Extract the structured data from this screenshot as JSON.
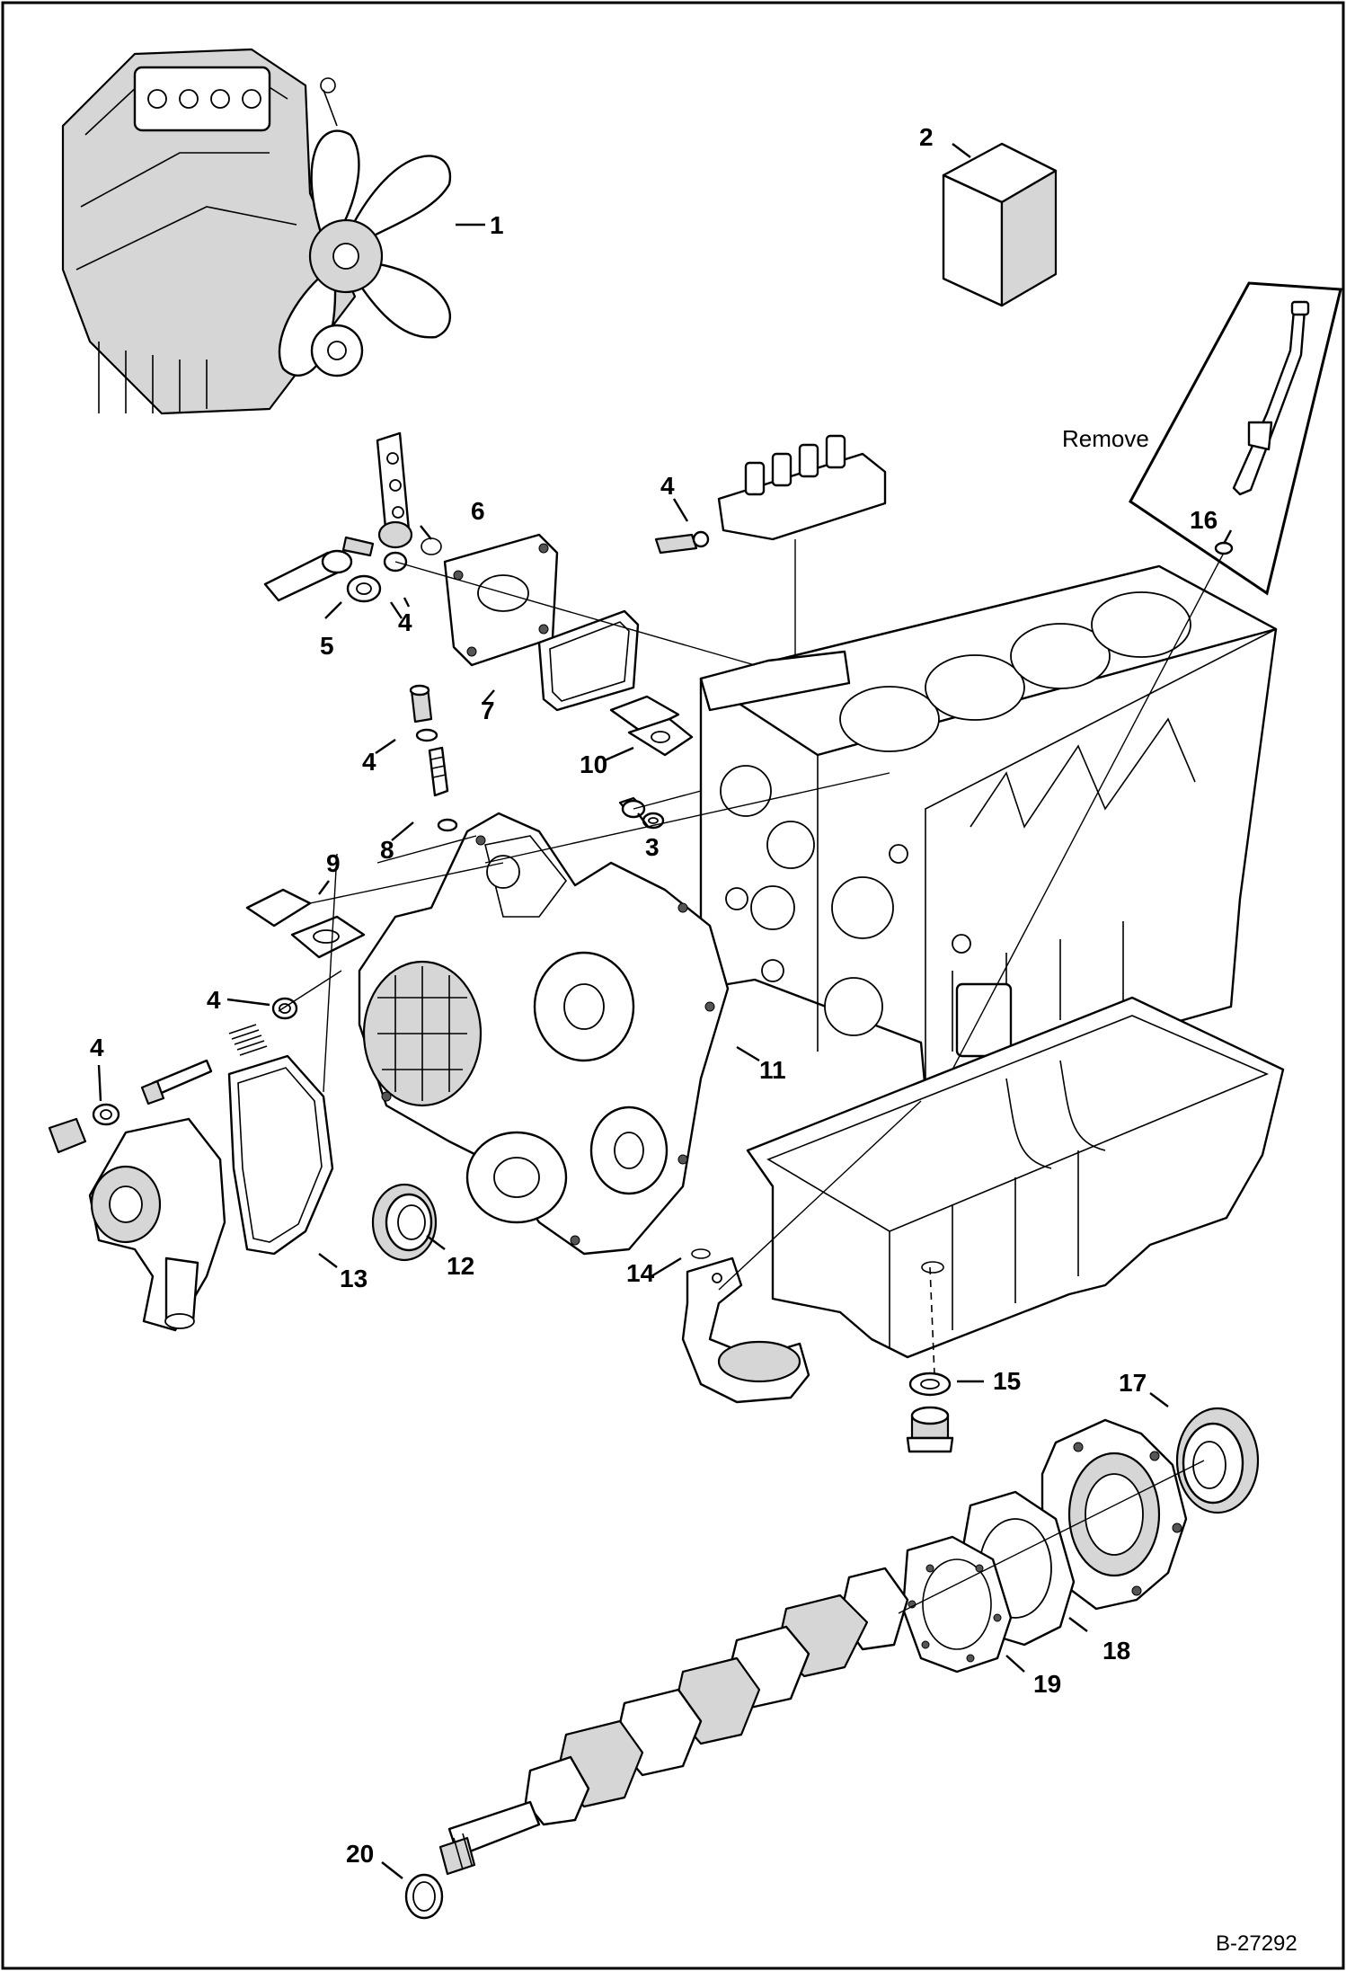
{
  "drawing": {
    "reference_number": "B-27292",
    "note_remove": "Remove"
  },
  "callouts": {
    "c1": "1",
    "c2": "2",
    "c3": "3",
    "c4a": "4",
    "c4b": "4",
    "c4c": "4",
    "c4d": "4",
    "c4e": "4",
    "c5": "5",
    "c6": "6",
    "c7": "7",
    "c8": "8",
    "c9": "9",
    "c10": "10",
    "c11": "11",
    "c12": "12",
    "c13": "13",
    "c14": "14",
    "c15": "15",
    "c16": "16",
    "c17": "17",
    "c18": "18",
    "c19": "19",
    "c20": "20"
  }
}
